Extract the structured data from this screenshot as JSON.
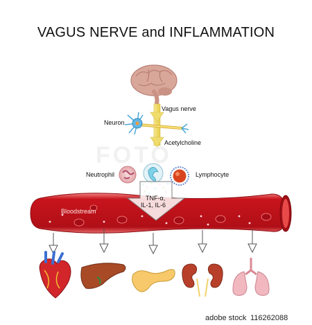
{
  "title": "VAGUS NERVE and INFLAMMATION",
  "labels": {
    "vagus_nerve": "Vagus nerve",
    "neuron": "Neuron",
    "acetylcholine": "Acetylcholine",
    "neutrophil": "Neutrophil",
    "lymphocyte": "Lymphocyte",
    "cytokines_line1": "TNF-α,",
    "cytokines_line2": "IL-1, IL-6",
    "bloodstream": "Bloodstream"
  },
  "organs": [
    "heart-icon",
    "liver-icon",
    "pancreas-icon",
    "kidneys-icon",
    "lungs-icon"
  ],
  "watermark": "FOTO",
  "footer": {
    "brand": "adobe stock",
    "image_id": "116262088"
  },
  "colors": {
    "vessel": "#c8141c",
    "vessel_light": "#e8443f",
    "arrow_yellow": "#f4e58a",
    "brain": "#d9a79a"
  }
}
